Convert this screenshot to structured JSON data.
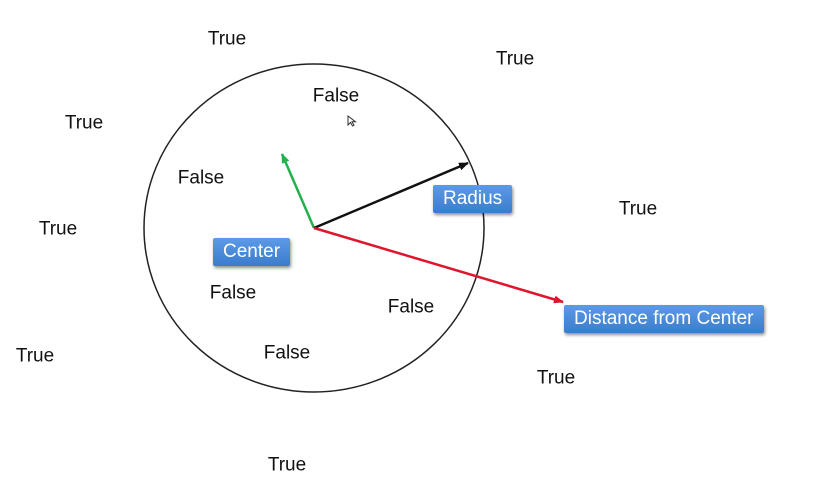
{
  "labels": {
    "radius": "Radius",
    "center": "Center",
    "distance": "Distance from Center"
  },
  "points": [
    {
      "text": "True",
      "inside": false
    },
    {
      "text": "True",
      "inside": false
    },
    {
      "text": "True",
      "inside": false
    },
    {
      "text": "True",
      "inside": false
    },
    {
      "text": "True",
      "inside": false
    },
    {
      "text": "True",
      "inside": false
    },
    {
      "text": "True",
      "inside": false
    },
    {
      "text": "True",
      "inside": false
    },
    {
      "text": "False",
      "inside": true
    },
    {
      "text": "False",
      "inside": true
    },
    {
      "text": "False",
      "inside": true
    },
    {
      "text": "False",
      "inside": true
    },
    {
      "text": "False",
      "inside": true
    }
  ],
  "colors": {
    "radius_arrow": "#111111",
    "green_arrow": "#22b14c",
    "distance_arrow": "#e0152d",
    "label_bg": "#3f82d4",
    "circle": "#222222"
  }
}
